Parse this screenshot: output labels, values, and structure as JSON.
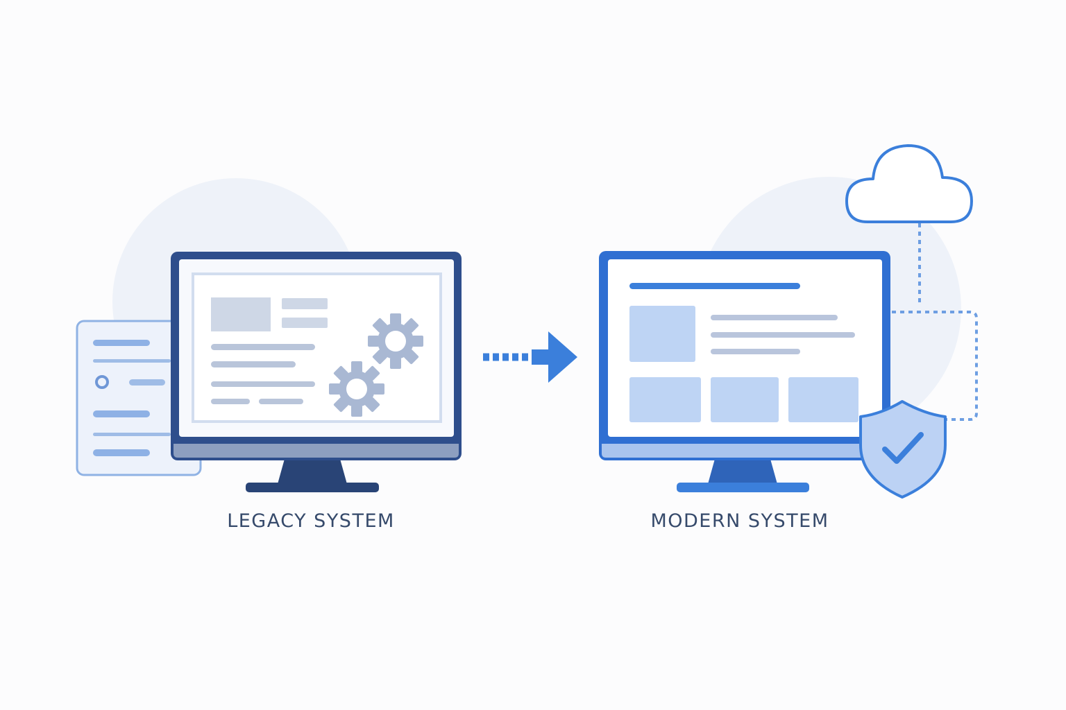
{
  "legacy": {
    "label": "LEGACY SYSTEM",
    "icons": [
      "monitor-icon",
      "document-icon",
      "gear-icon",
      "gear-icon"
    ]
  },
  "modern": {
    "label": "MODERN SYSTEM",
    "icons": [
      "monitor-icon",
      "cloud-icon",
      "shield-check-icon"
    ]
  },
  "connector": {
    "icon": "arrow-right-icon",
    "style": "dashed"
  },
  "colors": {
    "background": "#fcfcfd",
    "backdrop": "#eef2f9",
    "legacy_frame": "#2e4e8c",
    "legacy_dark": "#294476",
    "legacy_gray": "#8d9fc0",
    "legacy_block": "#ced7e6",
    "legacy_line": "#b9c5da",
    "legacy_gear": "#a9b8d3",
    "modern_frame": "#2f6fd2",
    "modern_block": "#bed4f4",
    "modern_line": "#b9c5dc",
    "accent": "#3b7fdb",
    "label_text": "#364a6b"
  }
}
